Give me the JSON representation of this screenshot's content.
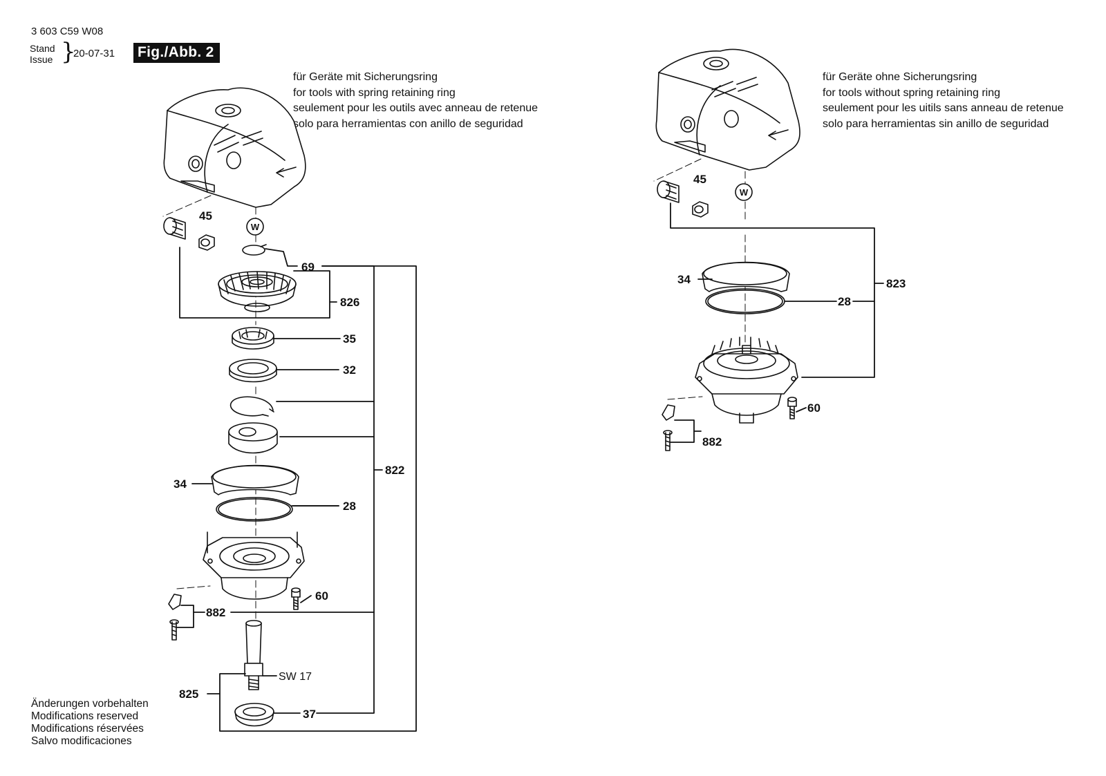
{
  "header": {
    "doc_number": "3 603 C59 W08",
    "stand_label": "Stand",
    "issue_label": "Issue",
    "date": "20-07-31",
    "figure": "Fig./Abb. 2"
  },
  "notes": {
    "left": [
      "für Geräte mit Sicherungsring",
      "for tools with spring retaining ring",
      "seulement pour les outils avec anneau de retenue",
      "solo para herramientas con anillo de seguridad"
    ],
    "right": [
      "für Geräte ohne Sicherungsring",
      "for tools without spring retaining ring",
      "seulement pour les uitils sans anneau de retenue",
      "solo para herramientas sin anillo de seguridad"
    ]
  },
  "footer": [
    "Änderungen vorbehalten",
    "Modifications reserved",
    "Modifications réservées",
    "Salvo modificaciones"
  ],
  "marker": "W",
  "left_assembly": {
    "gear_nut": "45",
    "circlip": "69",
    "bevel_gear_group": "826",
    "needle_bearing": "35",
    "ring_32": "32",
    "ball_bearing_group": "822",
    "cover_34": "34",
    "o_ring_28": "28",
    "screw_60": "60",
    "screw_set_882": "882",
    "spindle_group": "825",
    "spindle_wrench": "SW 17",
    "flange_37": "37"
  },
  "right_assembly": {
    "gear_nut": "45",
    "cover_34": "34",
    "o_ring_28": "28",
    "housing_group": "823",
    "screw_60": "60",
    "screw_set_882": "882"
  }
}
